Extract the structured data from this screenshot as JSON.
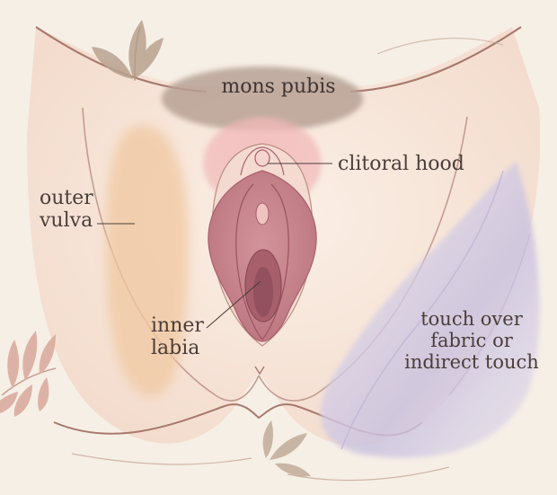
{
  "labels": {
    "mons_pubis": "mons pubis",
    "clitoral_hood": "clitoral hood",
    "outer_vulva": "outer\nvulva",
    "inner_labia": "inner\nlabia",
    "touch_note": "touch over\nfabric or\nindirect touch"
  },
  "colors": {
    "background": "#f6efe6",
    "skin_light": "#f9eadf",
    "outline": "#a7796d",
    "mons": "#b8a295",
    "outer_vulva_region": "#f0c8a0",
    "hood_glow": "#f1b3b4",
    "inner_labia": "#c9858d",
    "inner_dark": "#a85f6c",
    "fabric_touch": "#cdc6e0",
    "leaves": "#b9a28e",
    "leaves_pink": "#d9a89b",
    "label_text": "#4a3d39"
  }
}
